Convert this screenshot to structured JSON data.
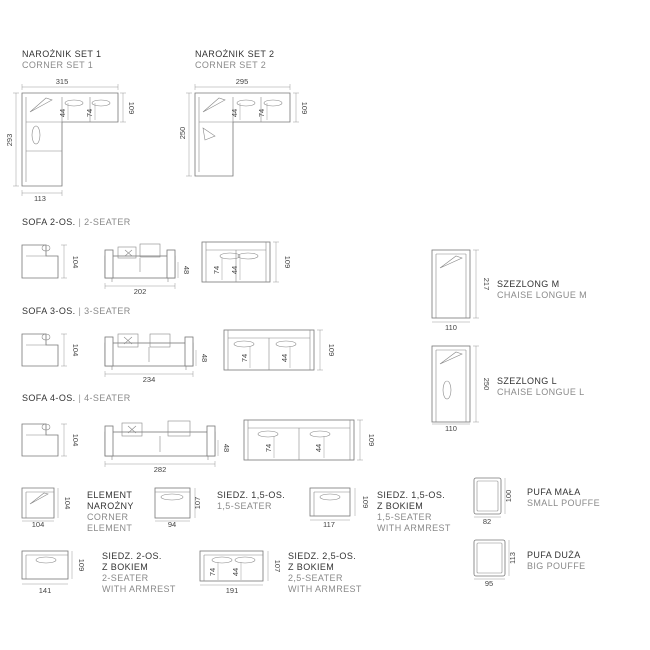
{
  "labels": {
    "corner_set_1": {
      "pl": "NAROŻNIK SET 1",
      "en": "CORNER SET 1"
    },
    "corner_set_2": {
      "pl": "NAROŻNIK SET 2",
      "en": "CORNER SET 2"
    },
    "sofa2": {
      "pl": "SOFA 2-OS.",
      "en": "2-SEATER"
    },
    "sofa3": {
      "pl": "SOFA 3-OS.",
      "en": "3-SEATER"
    },
    "sofa4": {
      "pl": "SOFA 4-OS.",
      "en": "4-SEATER"
    },
    "chaise_m": {
      "pl": "SZEZLONG M",
      "en": "CHAISE LONGUE M"
    },
    "chaise_l": {
      "pl": "SZEZLONG L",
      "en": "CHAISE LONGUE L"
    },
    "corner_element": {
      "pl1": "ELEMENT",
      "pl2": "NAROŻNY",
      "en1": "CORNER",
      "en2": "ELEMENT"
    },
    "seat15": {
      "pl": "SIEDZ. 1,5-OS.",
      "en": "1,5-SEATER"
    },
    "seat15_arm": {
      "pl1": "SIEDZ. 1,5-OS.",
      "pl2": "Z BOKIEM",
      "en1": "1,5-SEATER",
      "en2": "WITH ARMREST"
    },
    "seat2_arm": {
      "pl1": "SIEDZ. 2-OS.",
      "pl2": "Z BOKIEM",
      "en1": "2-SEATER",
      "en2": "WITH ARMREST"
    },
    "seat25_arm": {
      "pl1": "SIEDZ. 2,5-OS.",
      "pl2": "Z BOKIEM",
      "en1": "2,5-SEATER",
      "en2": "WITH ARMREST"
    },
    "pouffe_small": {
      "pl": "PUFA MAŁA",
      "en": "SMALL POUFFE"
    },
    "pouffe_big": {
      "pl": "PUFA DUŻA",
      "en": "BIG POUFFE"
    }
  },
  "dims": {
    "cs1_width": "315",
    "cs1_height": "293",
    "cs1_depth": "109",
    "cs1_seat": "44",
    "cs1_seat2": "74",
    "cs1_chaise": "113",
    "cs2_width": "295",
    "cs2_height": "250",
    "cs2_depth": "109",
    "cs2_seat": "44",
    "cs2_seat2": "74",
    "s2_height": "104",
    "s2_width": "202",
    "s2_seat_h": "48",
    "s2_depth": "109",
    "s2_seat": "44",
    "s2_seat2": "74",
    "s3_height": "104",
    "s3_width": "234",
    "s3_seat_h": "48",
    "s3_depth": "109",
    "s3_seat": "44",
    "s3_seat2": "74",
    "s4_height": "104",
    "s4_width": "282",
    "s4_seat_h": "48",
    "s4_depth": "109",
    "s4_seat": "44",
    "s4_seat2": "74",
    "chm_length": "217",
    "chm_width": "110",
    "chl_length": "250",
    "chl_width": "110",
    "ce_depth": "104",
    "ce_width": "104",
    "s15_depth": "107",
    "s15_width": "94",
    "s15a_depth": "109",
    "s15a_width": "117",
    "s2a_depth": "109",
    "s2a_width": "141",
    "s25a_depth": "107",
    "s25a_width": "191",
    "s25a_seat": "74",
    "s25a_seat2": "44",
    "ps_depth": "100",
    "ps_width": "82",
    "pb_depth": "113",
    "pb_width": "95"
  }
}
